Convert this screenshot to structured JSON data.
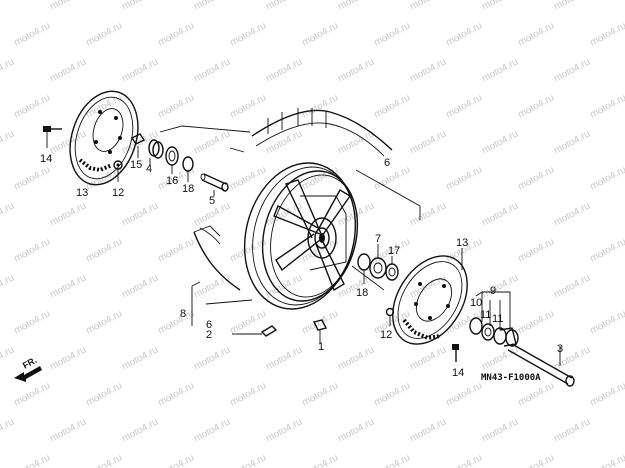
{
  "watermark": "moto4.ru",
  "diagram_code": "MN43-F1000A",
  "direction_label": "FR.",
  "callouts": [
    {
      "id": "c1",
      "label": "1"
    },
    {
      "id": "c2",
      "label": "2"
    },
    {
      "id": "c3",
      "label": "3"
    },
    {
      "id": "c4",
      "label": "4"
    },
    {
      "id": "c5",
      "label": "5"
    },
    {
      "id": "c6a",
      "label": "6"
    },
    {
      "id": "c6b",
      "label": "6"
    },
    {
      "id": "c7",
      "label": "7"
    },
    {
      "id": "c8",
      "label": "8"
    },
    {
      "id": "c9",
      "label": "9"
    },
    {
      "id": "c10",
      "label": "10"
    },
    {
      "id": "c11a",
      "label": "11"
    },
    {
      "id": "c11b",
      "label": "11"
    },
    {
      "id": "c12a",
      "label": "12"
    },
    {
      "id": "c12b",
      "label": "12"
    },
    {
      "id": "c13a",
      "label": "13"
    },
    {
      "id": "c13b",
      "label": "13"
    },
    {
      "id": "c14a",
      "label": "14"
    },
    {
      "id": "c14b",
      "label": "14"
    },
    {
      "id": "c15",
      "label": "15"
    },
    {
      "id": "c16",
      "label": "16"
    },
    {
      "id": "c17",
      "label": "17"
    },
    {
      "id": "c18a",
      "label": "18"
    },
    {
      "id": "c18b",
      "label": "18"
    }
  ]
}
